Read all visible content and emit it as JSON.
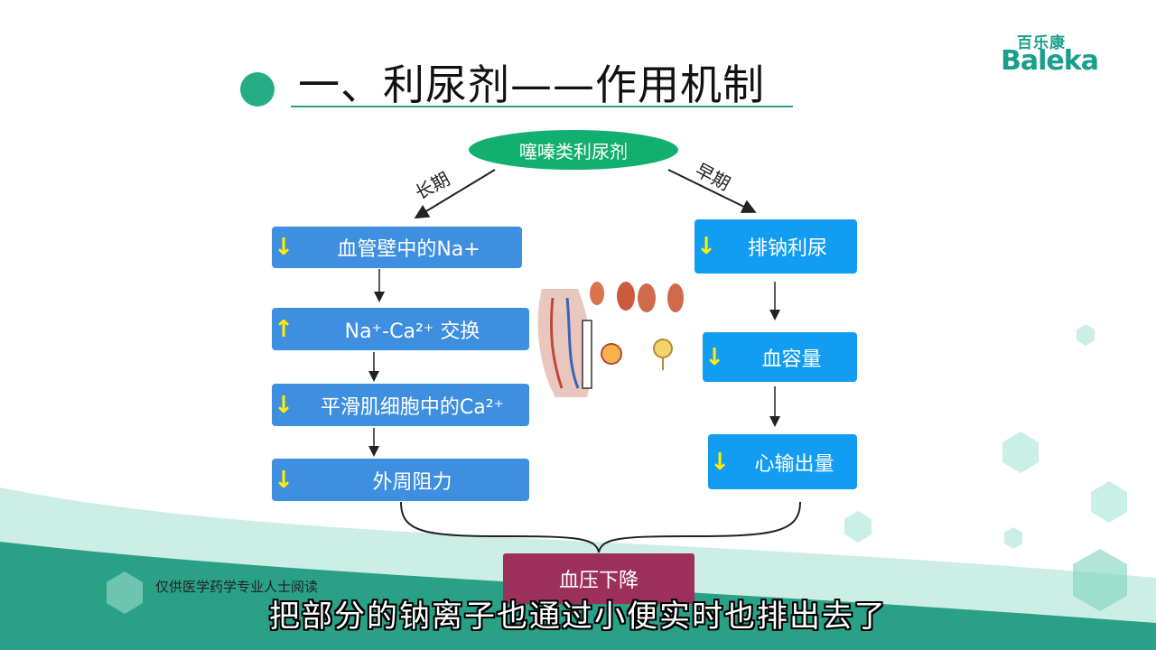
{
  "brand": {
    "cn": "百乐康",
    "en": "Baleka"
  },
  "title": "一、利尿剂——作用机制",
  "diagram": {
    "root": "噻嗪类利尿剂",
    "branch_left_label": "长期",
    "branch_right_label": "早期",
    "left_chain": [
      {
        "arrow": "↓",
        "text": "血管壁中的Na+"
      },
      {
        "arrow": "↑",
        "text": "Na⁺-Ca²⁺ 交换"
      },
      {
        "arrow": "↓",
        "text": "平滑肌细胞中的Ca²⁺"
      },
      {
        "arrow": "↓",
        "text": "外周阻力"
      }
    ],
    "right_chain": [
      {
        "arrow": "↓",
        "text": "排钠利尿"
      },
      {
        "arrow": "↓",
        "text": "血容量"
      },
      {
        "arrow": "↓",
        "text": "心输出量"
      }
    ],
    "result": "血压下降"
  },
  "footer_note": "仅供医学药学专业人士阅读",
  "subtitle": "把部分的钠离子也通过小便实时也排出去了",
  "colors": {
    "accent": "#27ad86",
    "left_box": "#3f8fe0",
    "right_box": "#139df2",
    "root": "#12b06f",
    "result": "#9b315a",
    "arrow": "#ffee00"
  }
}
